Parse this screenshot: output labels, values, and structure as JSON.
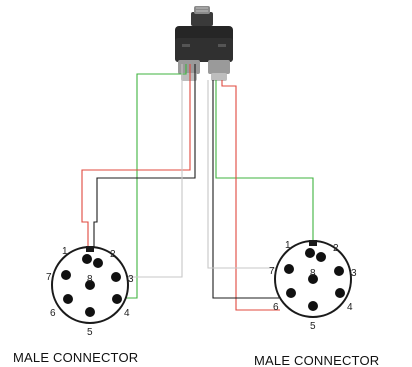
{
  "colors": {
    "red": "#e0483e",
    "black": "#1c1c1c",
    "white": "#c7c7c7",
    "green": "#3fb33f",
    "connector_body": "#2a2a2a",
    "pin": "#111111"
  },
  "splitter": {
    "icon": "y-splitter-icon"
  },
  "left_connector": {
    "caption": "MALE CONNECTOR",
    "pins": [
      {
        "label": "1"
      },
      {
        "label": "2"
      },
      {
        "label": "3"
      },
      {
        "label": "4"
      },
      {
        "label": "5"
      },
      {
        "label": "6"
      },
      {
        "label": "7"
      },
      {
        "label": "8"
      }
    ]
  },
  "right_connector": {
    "caption": "MALE CONNECTOR",
    "pins": [
      {
        "label": "1"
      },
      {
        "label": "2"
      },
      {
        "label": "3"
      },
      {
        "label": "4"
      },
      {
        "label": "5"
      },
      {
        "label": "6"
      },
      {
        "label": "7"
      },
      {
        "label": "8"
      }
    ]
  }
}
